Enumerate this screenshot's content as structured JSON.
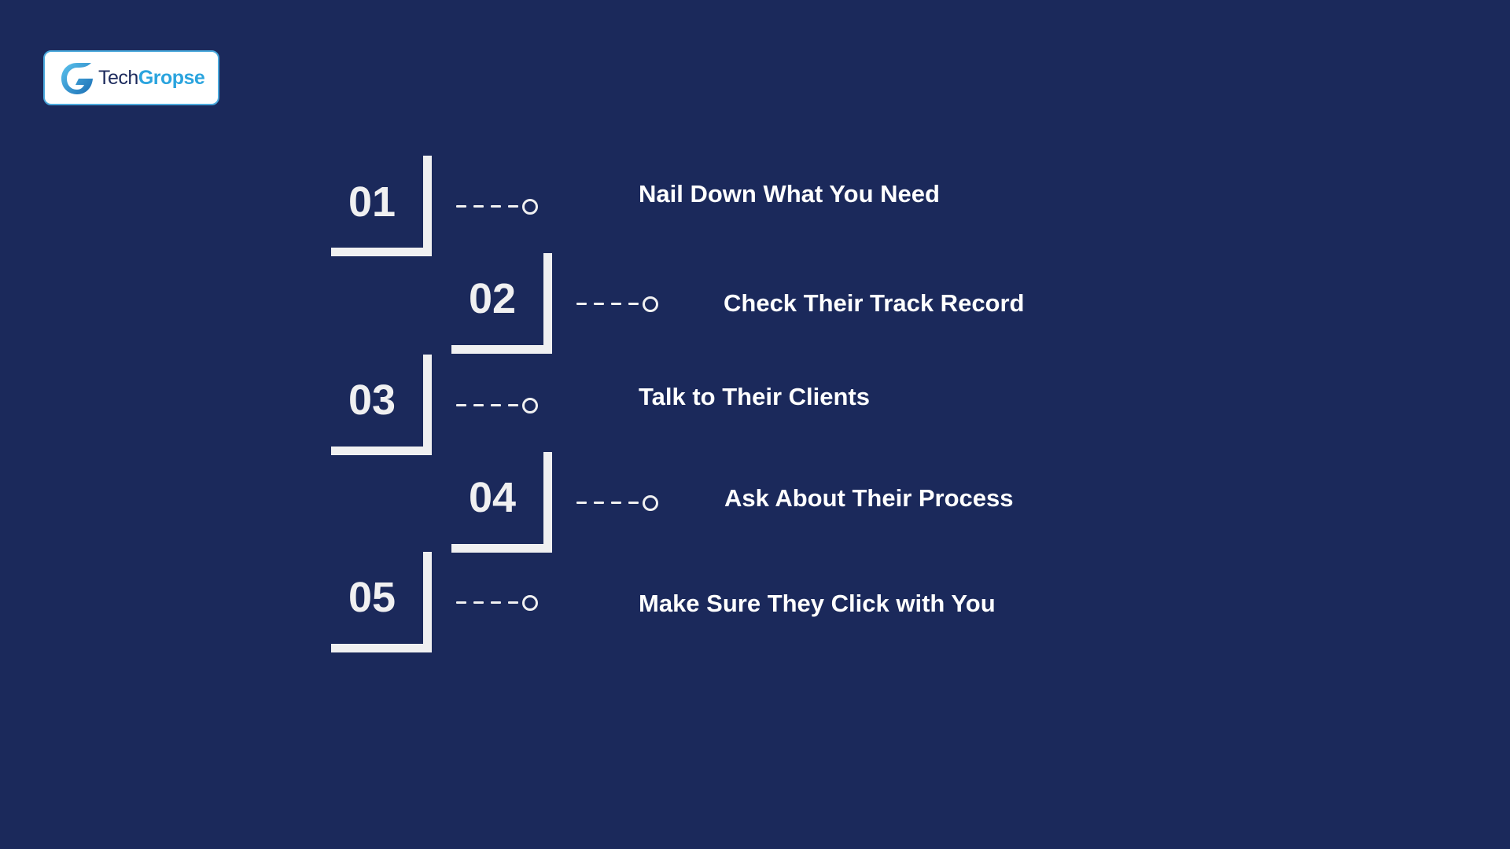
{
  "logo": {
    "part1": "Tech",
    "part2": "Gropse",
    "colors": {
      "tech": "#1c2a5c",
      "gropse": "#2ba4de",
      "icon_light": "#5cc4ee",
      "icon_dark": "#1a6db4"
    }
  },
  "theme": {
    "background": "#1b295b",
    "foreground": "#f0f0f1"
  },
  "steps": [
    {
      "number": "01",
      "label": "Nail Down What You Need"
    },
    {
      "number": "02",
      "label": "Check Their Track Record"
    },
    {
      "number": "03",
      "label": "Talk to Their Clients"
    },
    {
      "number": "04",
      "label": "Ask About Their Process"
    },
    {
      "number": "05",
      "label": "Make Sure They Click with You"
    }
  ]
}
